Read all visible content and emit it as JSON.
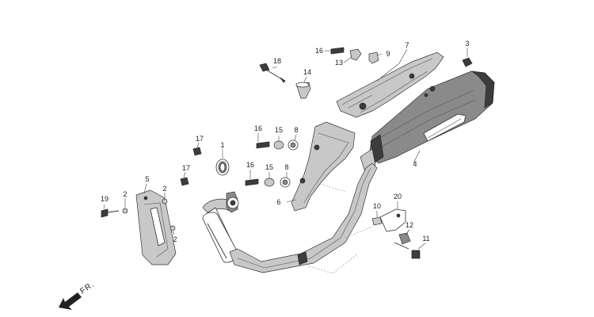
{
  "diagram": {
    "callouts": [
      {
        "id": "c1",
        "text": "1"
      },
      {
        "id": "c2a",
        "text": "2"
      },
      {
        "id": "c2b",
        "text": "2"
      },
      {
        "id": "c2c",
        "text": "2"
      },
      {
        "id": "c3",
        "text": "3"
      },
      {
        "id": "c4",
        "text": "4"
      },
      {
        "id": "c5",
        "text": "5"
      },
      {
        "id": "c6",
        "text": "6"
      },
      {
        "id": "c7",
        "text": "7"
      },
      {
        "id": "c8a",
        "text": "8"
      },
      {
        "id": "c8b",
        "text": "8"
      },
      {
        "id": "c9",
        "text": "9"
      },
      {
        "id": "c10",
        "text": "10"
      },
      {
        "id": "c11",
        "text": "11"
      },
      {
        "id": "c12",
        "text": "12"
      },
      {
        "id": "c13",
        "text": "13"
      },
      {
        "id": "c14",
        "text": "14"
      },
      {
        "id": "c15a",
        "text": "15"
      },
      {
        "id": "c15b",
        "text": "15"
      },
      {
        "id": "c16a",
        "text": "16"
      },
      {
        "id": "c16b",
        "text": "16"
      },
      {
        "id": "c16c",
        "text": "16"
      },
      {
        "id": "c17a",
        "text": "17"
      },
      {
        "id": "c17b",
        "text": "17"
      },
      {
        "id": "c18",
        "text": "18"
      },
      {
        "id": "c19",
        "text": "19"
      },
      {
        "id": "c20",
        "text": "20"
      }
    ],
    "direction_label": "FR."
  }
}
